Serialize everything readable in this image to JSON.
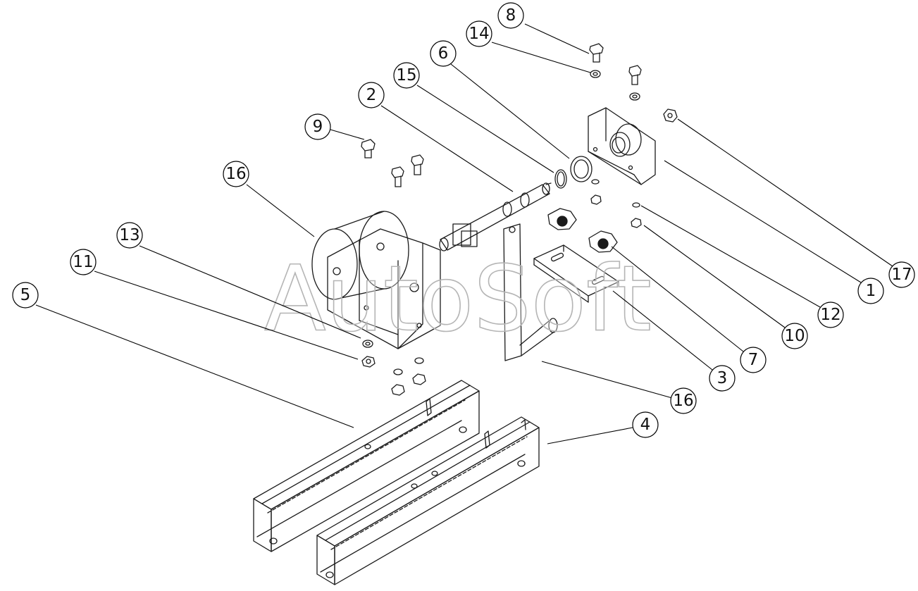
{
  "watermark": "AutoSoft",
  "callouts": [
    {
      "label": "8"
    },
    {
      "label": "14"
    },
    {
      "label": "6"
    },
    {
      "label": "15"
    },
    {
      "label": "2"
    },
    {
      "label": "9"
    },
    {
      "label": "16"
    },
    {
      "label": "13"
    },
    {
      "label": "11"
    },
    {
      "label": "5"
    },
    {
      "label": "17"
    },
    {
      "label": "1"
    },
    {
      "label": "12"
    },
    {
      "label": "10"
    },
    {
      "label": "7"
    },
    {
      "label": "3"
    },
    {
      "label": "16"
    },
    {
      "label": "4"
    }
  ]
}
